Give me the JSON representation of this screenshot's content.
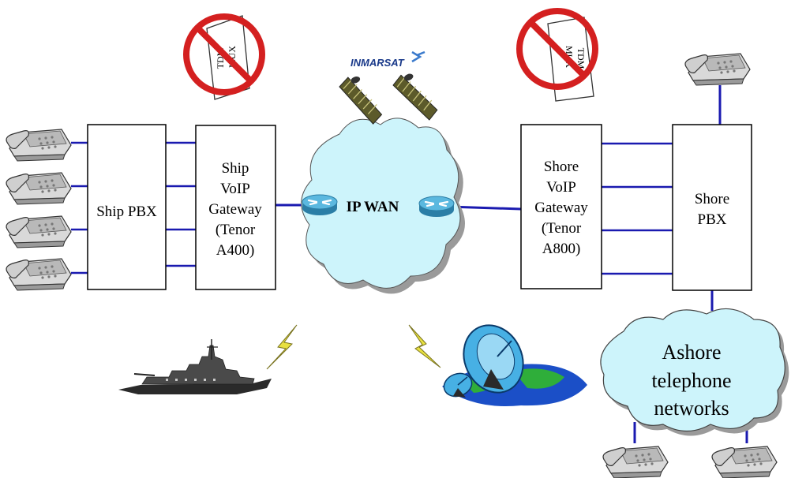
{
  "ship_pbx": {
    "label": "Ship PBX"
  },
  "ship_gateway": {
    "lines": [
      "Ship",
      "VoIP",
      "Gateway",
      "(Tenor",
      "A400)"
    ]
  },
  "shore_gateway": {
    "lines": [
      "Shore",
      "VoIP",
      "Gateway",
      "(Tenor",
      "A800)"
    ]
  },
  "shore_pbx": {
    "lines": [
      "Shore",
      "PBX"
    ]
  },
  "ip_wan": {
    "label": "IP WAN"
  },
  "inmarsat": {
    "logo_text": "INMARSAT"
  },
  "ashore_networks": {
    "lines": [
      "Ashore",
      "telephone",
      "networks"
    ]
  },
  "tdm_mux_left": {
    "lines": [
      "TDM",
      "MUX"
    ]
  },
  "tdm_mux_right": {
    "lines": [
      "TDM",
      "MUX"
    ]
  },
  "colors": {
    "link": "#1a1ab0",
    "cloud": "#cdf4fb",
    "prohibit": "#d42020",
    "router": "#3fa3cf",
    "bolt": "#e8e040"
  }
}
